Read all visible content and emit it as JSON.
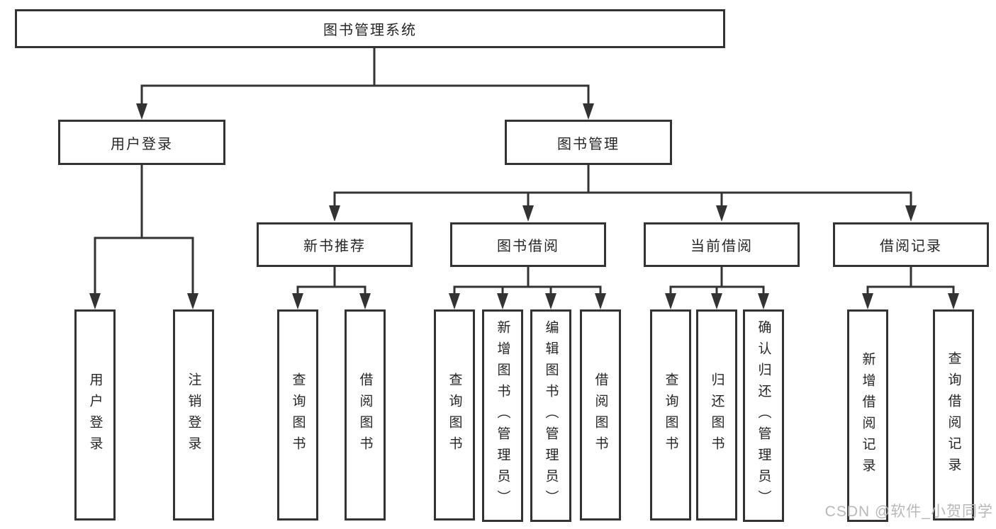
{
  "watermark": {
    "text": "CSDN @软件_小贺同学",
    "color": "#b8b8b8"
  },
  "colors": {
    "line": "#333333",
    "box_background": "#ffffff",
    "text": "#262626"
  },
  "tree": {
    "label": "图书管理系统",
    "children": [
      {
        "label": "用户登录",
        "children": [
          {
            "label": "用户登录"
          },
          {
            "label": "注销登录"
          }
        ]
      },
      {
        "label": "图书管理",
        "children": [
          {
            "label": "新书推荐",
            "children": [
              {
                "label": "查询图书"
              },
              {
                "label": "借阅图书"
              }
            ]
          },
          {
            "label": "图书借阅",
            "children": [
              {
                "label": "查询图书"
              },
              {
                "label": "新增图书（管理员）"
              },
              {
                "label": "编辑图书（管理员）"
              },
              {
                "label": "借阅图书"
              }
            ]
          },
          {
            "label": "当前借阅",
            "children": [
              {
                "label": "查询图书"
              },
              {
                "label": "归还图书"
              },
              {
                "label": "确认归还（管理员）"
              }
            ]
          },
          {
            "label": "借阅记录",
            "children": [
              {
                "label": "新增借阅记录"
              },
              {
                "label": "查询借阅记录"
              }
            ]
          }
        ]
      }
    ]
  }
}
